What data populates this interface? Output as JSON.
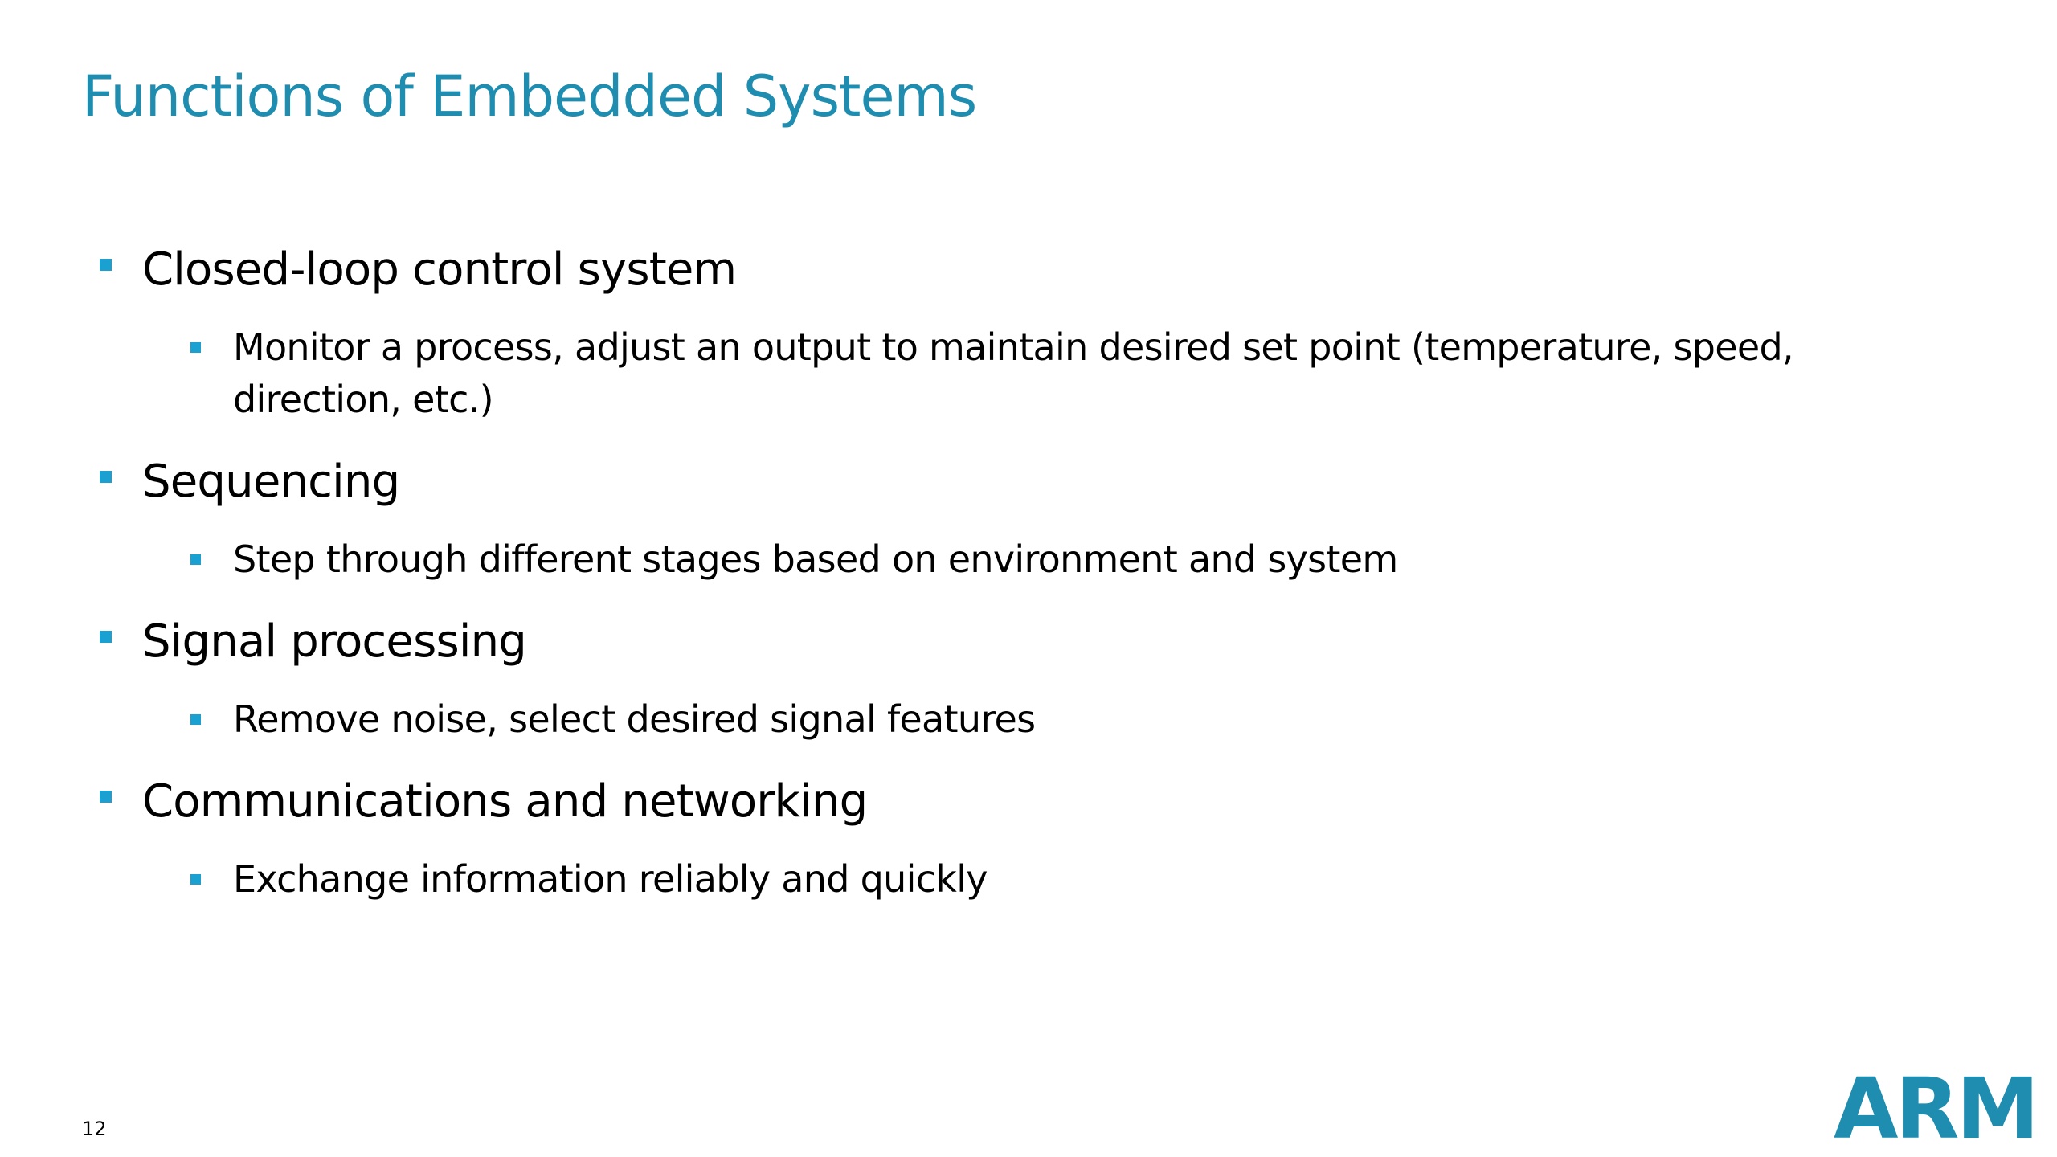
{
  "slide": {
    "title": "Functions of Embedded Systems",
    "page_number": "12",
    "logo_text": "ARM",
    "accent_color": "#1f8db0",
    "bullet_color": "#1aa0d1"
  },
  "bullets": [
    {
      "text": "Closed-loop control system",
      "sub": [
        "Monitor a process, adjust an output to maintain desired set point (temperature, speed, direction, etc.)"
      ]
    },
    {
      "text": "Sequencing",
      "sub": [
        "Step through different stages based on environment and system"
      ]
    },
    {
      "text": "Signal processing",
      "sub": [
        "Remove noise, select desired signal features"
      ]
    },
    {
      "text": "Communications and networking",
      "sub": [
        "Exchange information reliably and quickly"
      ]
    }
  ]
}
